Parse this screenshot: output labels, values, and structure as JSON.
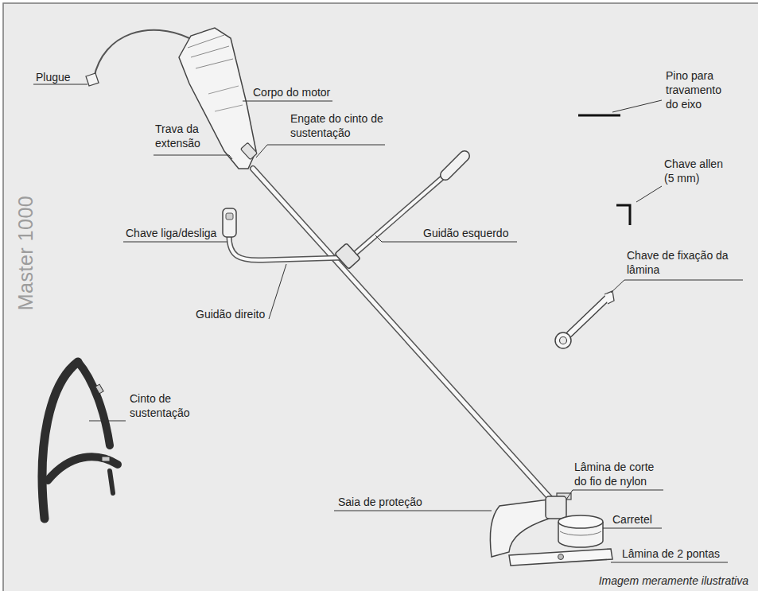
{
  "diagram": {
    "title": "Master 1000",
    "caption": "Imagem meramente ilustrativa",
    "labels": [
      "Plugue",
      "Corpo do motor",
      "Engate do cinto de sustentação",
      "Trava da extensão",
      "Pino para travamento do eixo",
      "Chave allen (5 mm)",
      "Chave liga/desliga",
      "Guidão esquerdo",
      "Chave de fixação da lâmina",
      "Guidão direito",
      "Cinto de sustentação",
      "Saia de proteção",
      "Lâmina de corte do fio de nylon",
      "Carretel",
      "Lâmina de 2 pontas"
    ]
  }
}
